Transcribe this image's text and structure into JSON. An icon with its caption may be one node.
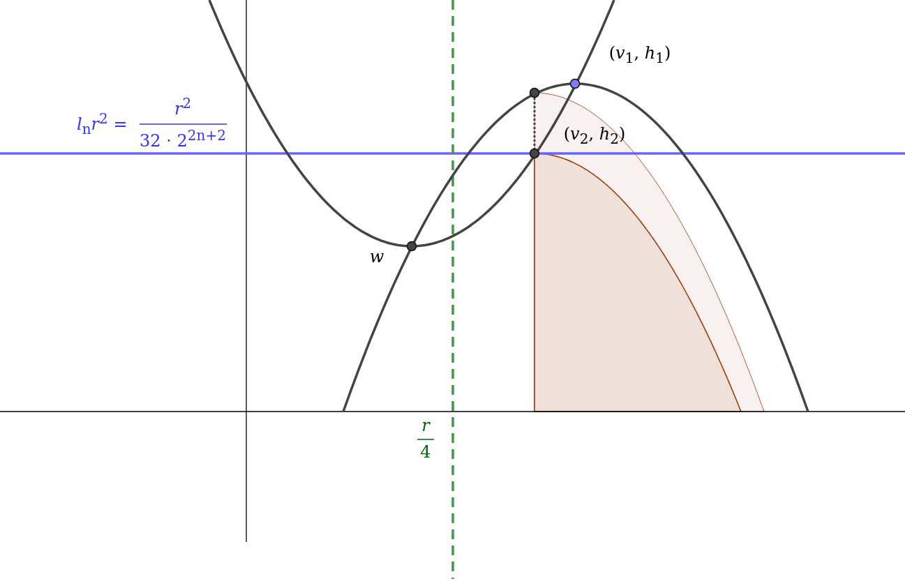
{
  "diagram": {
    "labels": [
      "*l*$_{n}$*r*$^{2}$ =",
      "*r*$^{2}$",
      "32 · 2$^{2n+2}$",
      "(*v*$_{1}$, *h*$_{1}$)",
      "(*v*$_{2}$, *h*$_{2}$)",
      "*w*",
      "*r*",
      "4"
    ]
  }
}
